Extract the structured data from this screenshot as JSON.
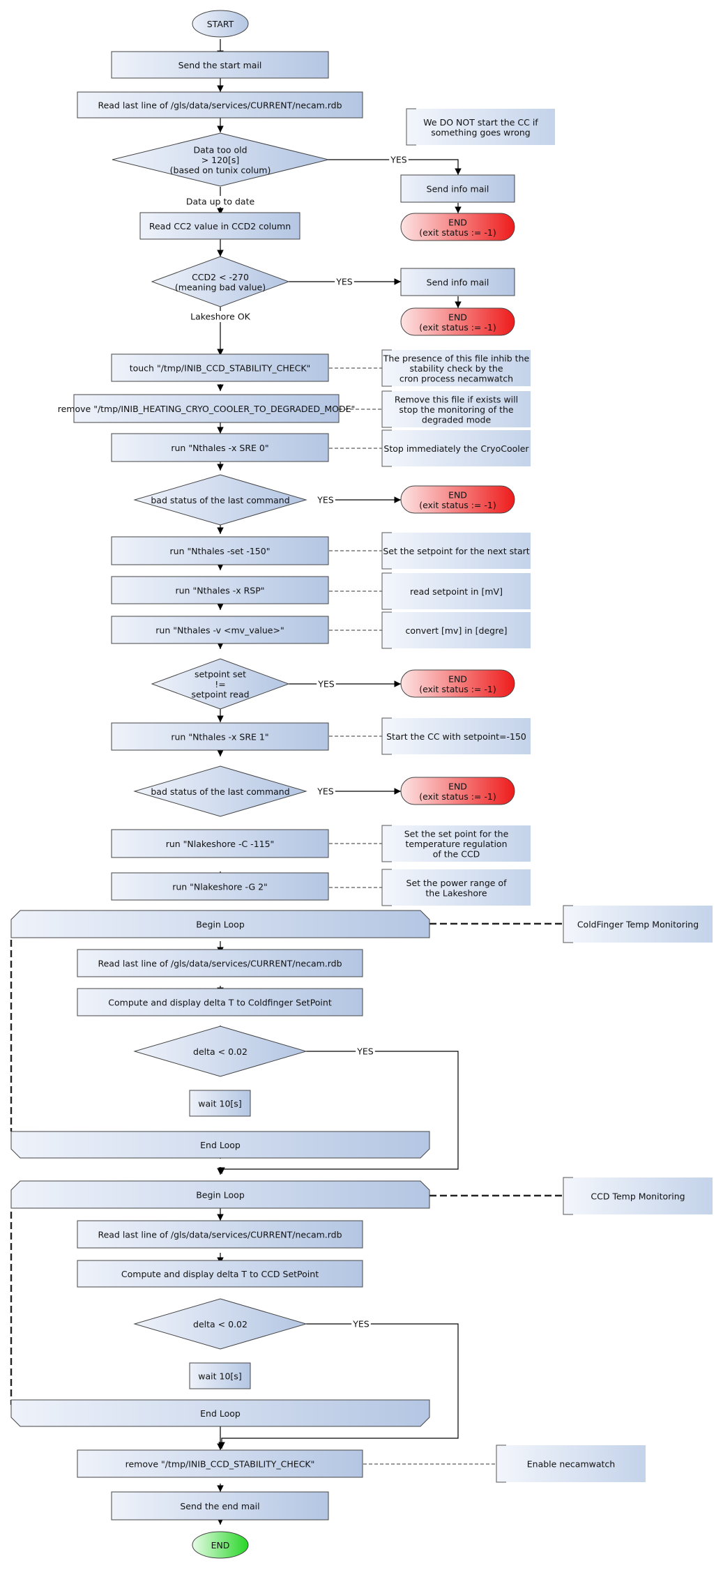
{
  "gradients": {
    "box": [
      "#eef2fa",
      "#b4c6e3"
    ],
    "note": [
      "#f3f6fc",
      "#c4d3ea"
    ],
    "end_error": [
      "#fde3e3",
      "#ee1c1c"
    ],
    "end_ok": [
      "#e6fbe6",
      "#27d627"
    ]
  },
  "nodes": {
    "start": "START",
    "start_mail": "Send the start mail",
    "read_last_line_1": "Read last line of /gls/data/services/CURRENT/necam.rdb",
    "data_too_old": [
      "Data too old",
      "> 120[s]",
      "(based on tunix colum)"
    ],
    "read_cc2": "Read CC2 value in CCD2 column",
    "ccd2_check": [
      "CCD2 < -270",
      "(meaning bad value)"
    ],
    "touch_stability": "touch \"/tmp/INIB_CCD_STABILITY_CHECK\"",
    "remove_heating": "remove \"/tmp/INIB_HEATING_CRYO_COOLER_TO_DEGRADED_MODE\"",
    "run_sre0": "run \"Nthales -x SRE 0\"",
    "bad_status_1": "bad status of the last command",
    "run_set150": "run \"Nthales -set -150\"",
    "run_rsp": "run \"Nthales -x RSP\"",
    "run_mv": "run \"Nthales -v <mv_value>\"",
    "setpoint_check": [
      "setpoint set",
      "!=",
      "setpoint read"
    ],
    "run_sre1": "run \"Nthales -x SRE 1\"",
    "bad_status_2": "bad status of the last command",
    "run_lake_c": "run \"Nlakeshore -C -115\"",
    "run_lake_g": "run \"Nlakeshore -G 2\"",
    "loop1_begin": "Begin Loop",
    "loop1_read": "Read last line of /gls/data/services/CURRENT/necam.rdb",
    "loop1_compute": "Compute and display delta T to Coldfinger SetPoint",
    "loop1_delta": "delta < 0.02",
    "loop1_wait": "wait 10[s]",
    "loop1_end": "End Loop",
    "loop2_begin": "Begin Loop",
    "loop2_read": "Read last line of /gls/data/services/CURRENT/necam.rdb",
    "loop2_compute": "Compute and display delta T to CCD SetPoint",
    "loop2_delta": "delta < 0.02",
    "loop2_wait": "wait 10[s]",
    "loop2_end": "End Loop",
    "remove_stability": "remove \"/tmp/INIB_CCD_STABILITY_CHECK\"",
    "end_mail": "Send the end mail",
    "end": "END",
    "info_mail_1": "Send info mail",
    "info_mail_2": "Send info mail",
    "end_err": [
      "END",
      "(exit status := -1)"
    ]
  },
  "notes": {
    "no_start": [
      "We DO NOT start the CC if",
      "something goes wrong"
    ],
    "presence": [
      "The presence of this file inhib the",
      "stability check by the",
      "cron process necamwatch"
    ],
    "remove_file": [
      "Remove this file if exists will",
      "stop the monitoring of the",
      "degraded mode"
    ],
    "stop_cc": "Stop immediately the CryoCooler",
    "setpoint_next": "Set the setpoint for the next start",
    "read_setpoint": "read setpoint in [mV]",
    "convert": "convert [mv] in [degre]",
    "start_cc": "Start the CC with setpoint=-150",
    "set_point_temp": [
      "Set the set point for the",
      "temperature regulation",
      "of the CCD"
    ],
    "power_range": [
      "Set the power range of",
      "the Lakeshore"
    ],
    "coldfinger_mon": "ColdFinger Temp Monitoring",
    "ccd_mon": "CCD Temp Monitoring",
    "enable_watch": "Enable necamwatch"
  },
  "edge_labels": {
    "yes": "YES",
    "data_up_to_date": "Data up to date",
    "lakeshore_ok": "Lakeshore OK"
  }
}
